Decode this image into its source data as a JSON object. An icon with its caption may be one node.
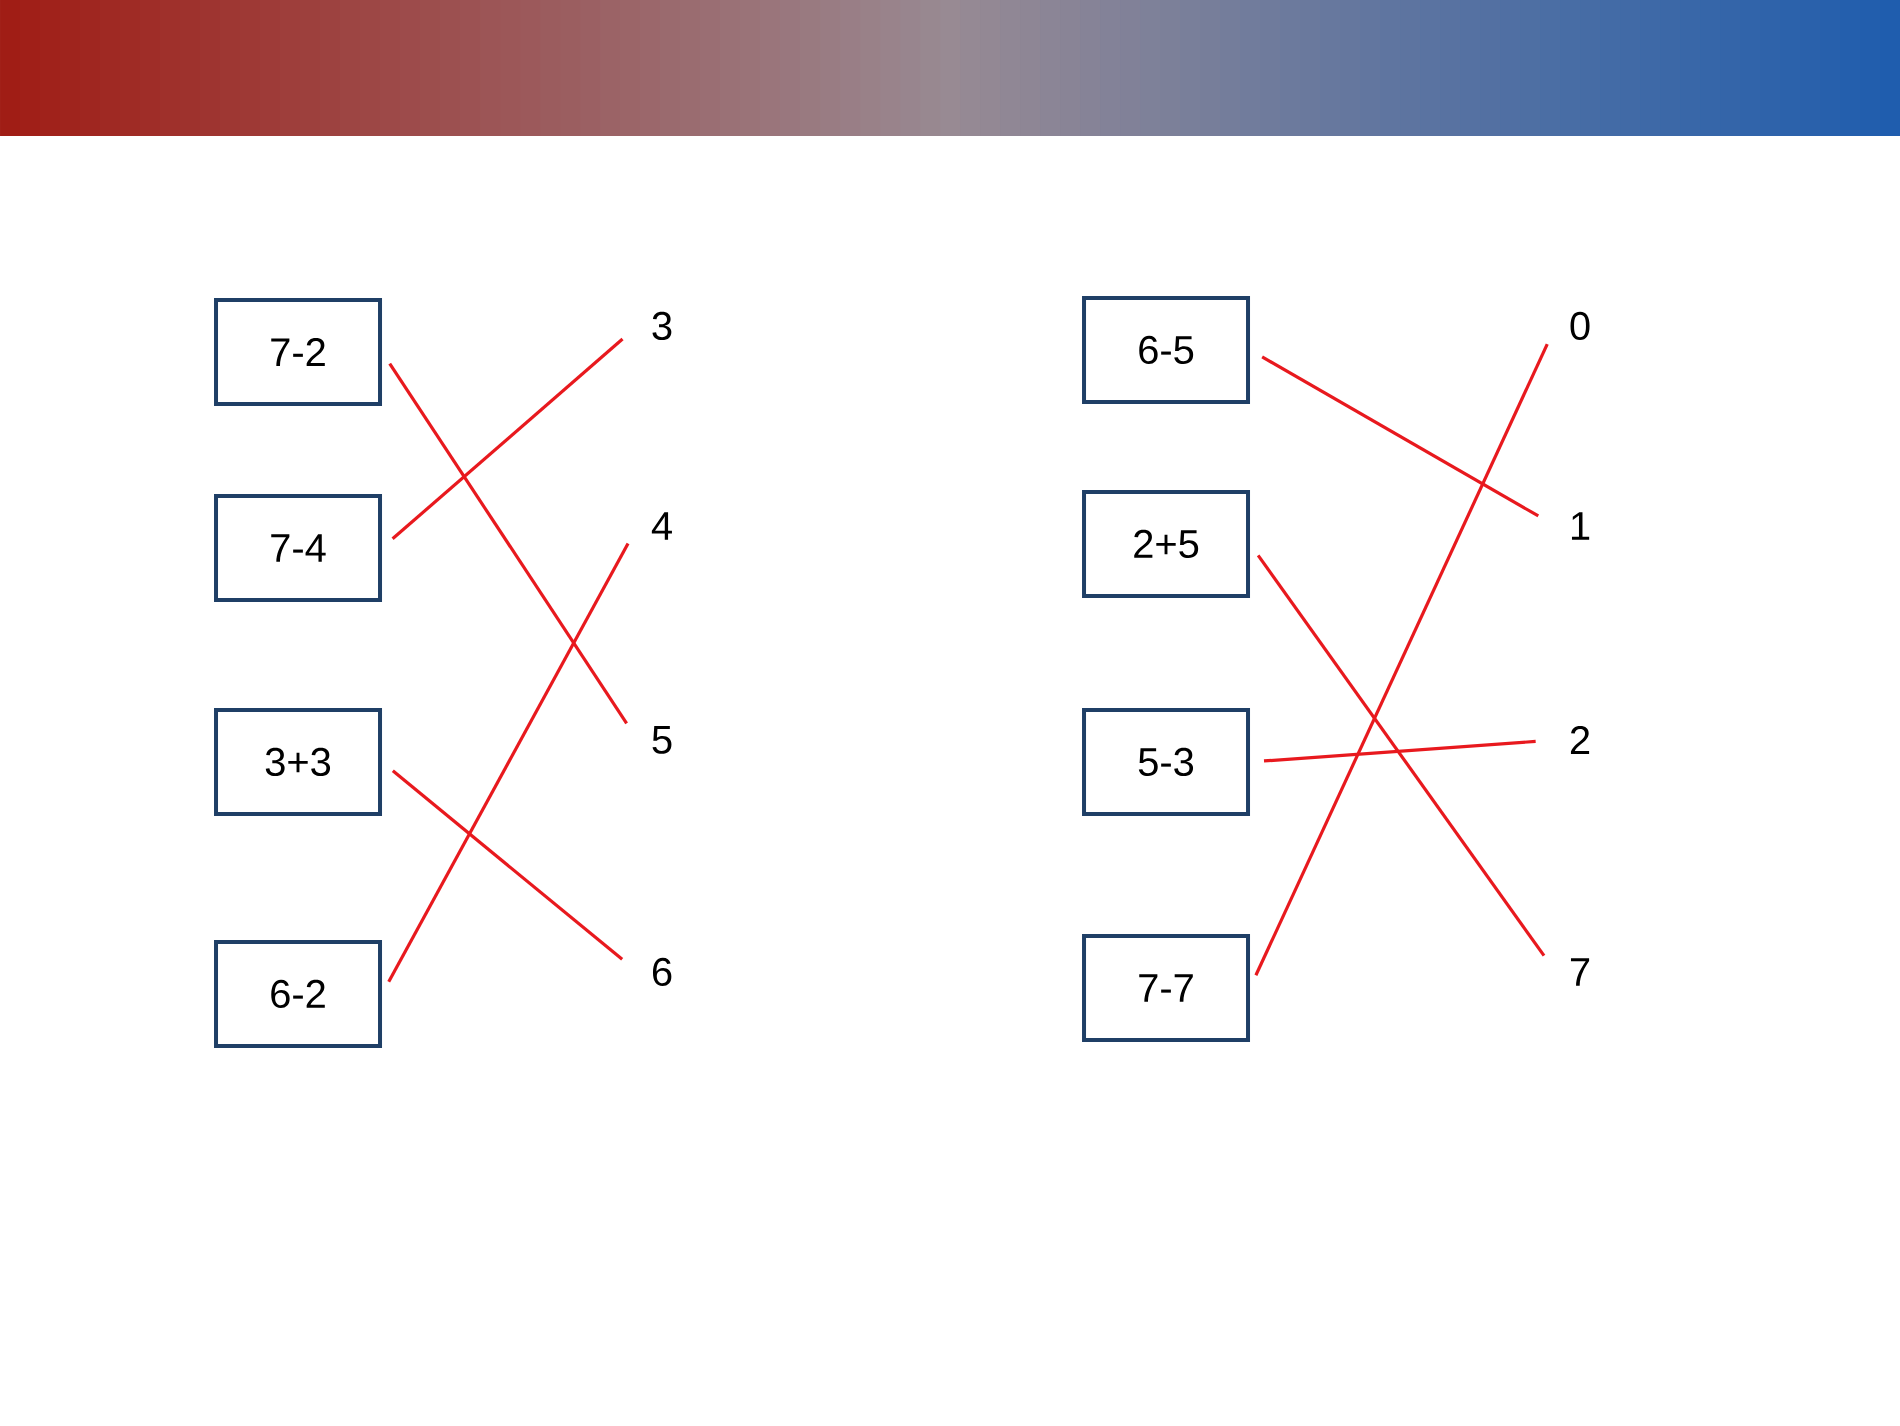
{
  "diagram": {
    "nodes": [
      {
        "text": [
          "7-2"
        ]
      },
      {
        "text": [
          "7-4"
        ]
      },
      {
        "text": [
          "3+3"
        ]
      },
      {
        "text": [
          "6-2"
        ]
      },
      {
        "text": [
          "3"
        ]
      },
      {
        "text": [
          "4"
        ]
      },
      {
        "text": [
          "5"
        ]
      },
      {
        "text": [
          "6"
        ]
      },
      {
        "text": [
          "6-5"
        ]
      },
      {
        "text": [
          "2+5"
        ]
      },
      {
        "text": [
          "5-3"
        ]
      },
      {
        "text": [
          "7-7"
        ]
      },
      {
        "text": [
          "0"
        ]
      },
      {
        "text": [
          "1"
        ]
      },
      {
        "text": [
          "2"
        ]
      },
      {
        "text": [
          "7"
        ]
      }
    ],
    "edges": [
      {
        "from": 0,
        "to": 6,
        "arrow": "none"
      },
      {
        "from": 1,
        "to": 4,
        "arrow": "none"
      },
      {
        "from": 2,
        "to": 7,
        "arrow": "none"
      },
      {
        "from": 3,
        "to": 5,
        "arrow": "none"
      },
      {
        "from": 8,
        "to": 13,
        "arrow": "none"
      },
      {
        "from": 9,
        "to": 15,
        "arrow": "none"
      },
      {
        "from": 10,
        "to": 14,
        "arrow": "none"
      },
      {
        "from": 11,
        "to": 12,
        "arrow": "none"
      }
    ]
  }
}
